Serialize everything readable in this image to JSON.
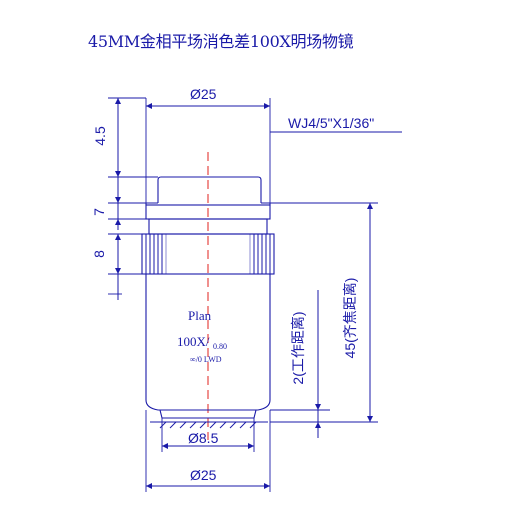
{
  "title": "45MM金相平场消色差100X明场物镜",
  "colors": {
    "line": "#1a1aa8",
    "centerline": "#e0201e",
    "background": "#ffffff"
  },
  "dimensions": {
    "top_diameter": "Ø25",
    "thread": "WJ4/5\"X1/36\"",
    "cap_height": "4.5",
    "band_height": "7",
    "knurl_height": "8",
    "working_distance": "2(工作距离)",
    "parfocal_distance": "45(齐焦距离)",
    "front_diameter": "Ø8.5",
    "bottom_diameter": "Ø25"
  },
  "objective_labels": {
    "type": "Plan",
    "magnification": "100X/",
    "na": "0.80",
    "tube": "∞/0 LWD"
  }
}
